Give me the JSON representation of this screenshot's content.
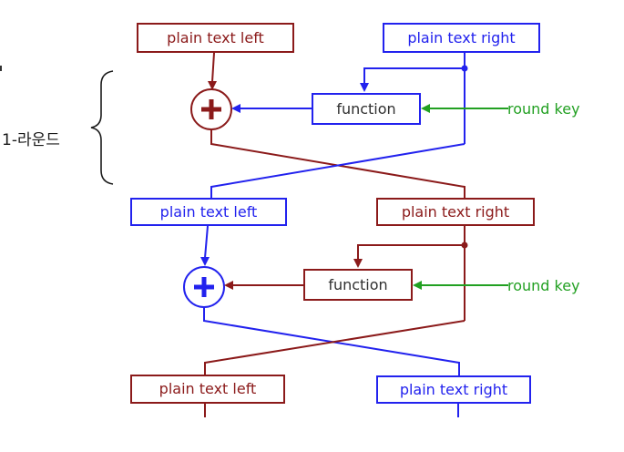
{
  "diagram_title": "feistel-round-diagram",
  "brace_label": "1-라운드",
  "rows": {
    "top": {
      "left": "plain text left",
      "right": "plain text right"
    },
    "middle": {
      "left": "plain text left",
      "right": "plain text right"
    },
    "bottom": {
      "left": "plain text left",
      "right": "plain text right"
    }
  },
  "rounds": [
    {
      "function": "function",
      "round_key": "round key"
    },
    {
      "function": "function",
      "round_key": "round key"
    }
  ],
  "icons": {
    "xor_symbol": "+"
  },
  "colors": {
    "dark_red": "#8b1a1a",
    "blue": "#2222ee",
    "green": "#22a022",
    "function_text": "#303030",
    "label_black": "#1a1a1a"
  }
}
